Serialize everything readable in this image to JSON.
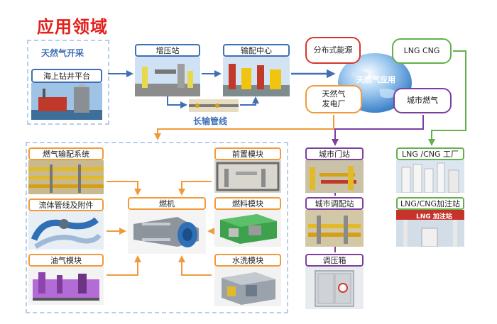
{
  "title": "应用领域",
  "gas_extraction": {
    "heading": "天然气开采",
    "platform_label": "海上钻井平台"
  },
  "pipeline": {
    "booster_label": "增压站",
    "distribution_label": "输配中心",
    "long_pipeline_label": "长输管线"
  },
  "bubbles": {
    "distributed_energy": "分布式能源",
    "lng_cng": "LNG  CNG",
    "power_plant_line1": "天然气",
    "power_plant_line2": "发电厂",
    "city_gas": "城市燃气"
  },
  "globe_label": "天然气应用",
  "modules": {
    "gas_distribution_system": "燃气输配系统",
    "pipes_fittings": "流体管线及附件",
    "oil_gas_module": "油气模块",
    "gas_turbine": "燃机",
    "pre_module": "前置模块",
    "fuel_module": "燃料模块",
    "water_wash_module": "水洗模块"
  },
  "city": {
    "gate_station": "城市门站",
    "regulating_station": "城市调配站",
    "pressure_box": "调压箱"
  },
  "lng": {
    "factory": "LNG /CNG 工厂",
    "filling_station": "LNG/CNG加注站",
    "station_sign": "LNG 加注站"
  },
  "colors": {
    "title": "#e3201b",
    "blue": "#3f6fb5",
    "orange": "#f19a3b",
    "red": "#d9342b",
    "green": "#62b14b",
    "purple": "#7b3fa0"
  }
}
